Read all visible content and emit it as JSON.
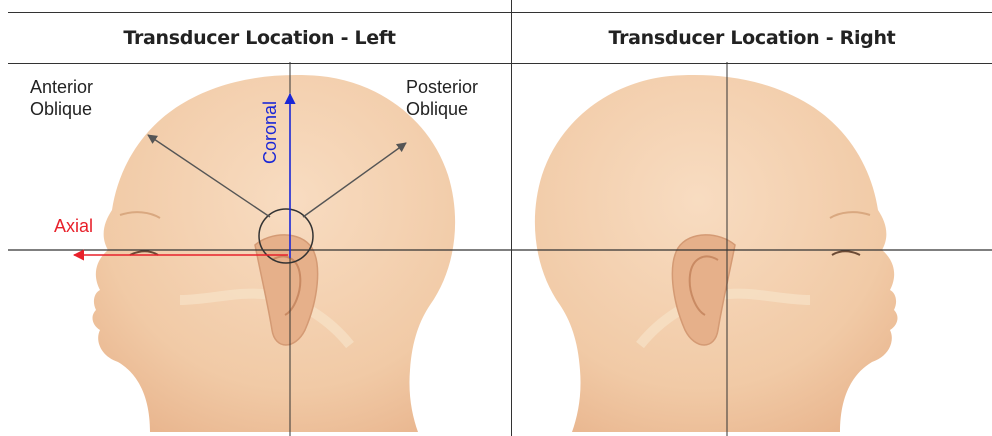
{
  "panels": {
    "left_title": "Transducer Location - Left",
    "right_title": "Transducer Location - Right"
  },
  "labels": {
    "anterior_oblique": [
      "Anterior",
      "Oblique"
    ],
    "posterior_oblique": [
      "Posterior",
      "Oblique"
    ],
    "axial": "Axial",
    "coronal": "Coronal"
  },
  "colors": {
    "axial": "#e8212b",
    "coronal": "#1a27d6",
    "skin": "#f3cfae",
    "skin_shade": "#e7b38d",
    "line": "#333333"
  }
}
